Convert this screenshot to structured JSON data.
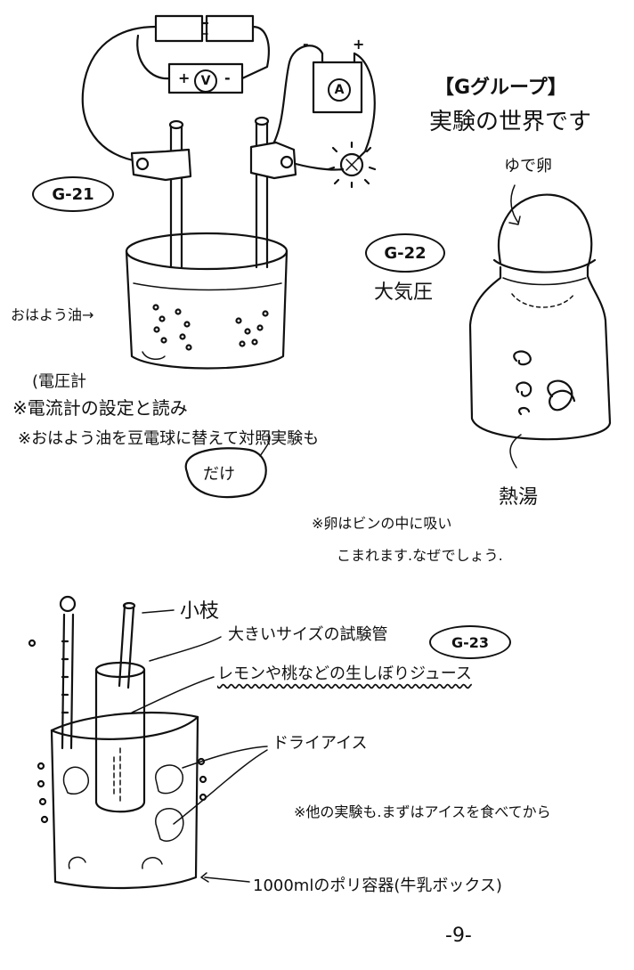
{
  "header": {
    "group_title": "【Gグループ】",
    "subtitle": "実験の世界です"
  },
  "g21": {
    "label": "G-21",
    "oil_label": "おはよう油→",
    "voltmeter_note": "(電圧計",
    "note1": "※電流計の設定と読み",
    "note2": "※おはよう油を豆電球に替えて対照実験も",
    "bubble": "だけ",
    "voltmeter_symbol": "V",
    "ammeter_symbol": "A",
    "plus": "+",
    "minus": "-"
  },
  "g22": {
    "label": "G-22",
    "title": "大気圧",
    "egg_label": "ゆで卵",
    "hot_water_label": "熱湯",
    "note_line1": "※卵はビンの中に吸い",
    "note_line2": "こまれます.なぜでしょう."
  },
  "g23": {
    "label": "G-23",
    "twig_label": "小枝",
    "tube_label": "大きいサイズの試験管",
    "juice_label": "レモンや桃などの生しぼりジュース",
    "dry_ice_label": "ドライアイス",
    "note": "※他の実験も.まずはアイスを食べてから",
    "container_label": "1000mlのポリ容器(牛乳ボックス)"
  },
  "page_number": "-9-"
}
